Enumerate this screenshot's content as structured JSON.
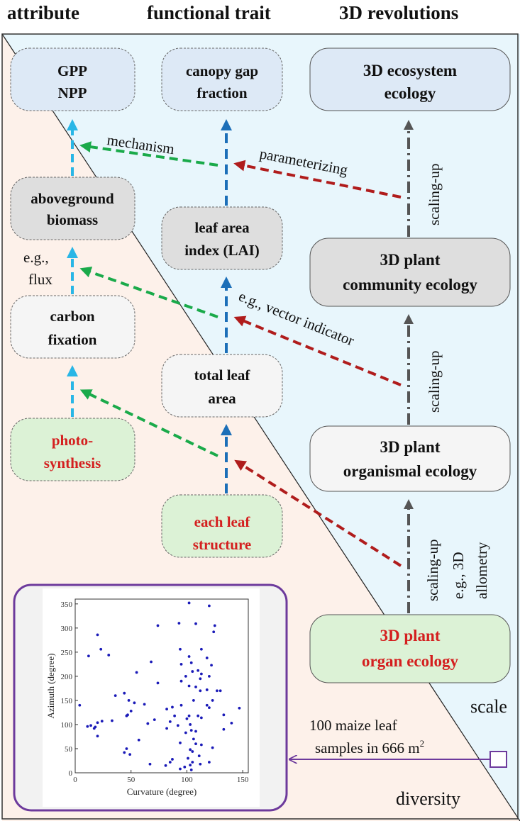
{
  "colors": {
    "lower_region": "#fdf1ea",
    "upper_region": "#e8f6fc",
    "box_blue": "#dde9f6",
    "box_gray": "#dedede",
    "box_light": "#f5f5f5",
    "box_green": "#dcf2d6",
    "arrow_cyan": "#29b6e6",
    "arrow_blue": "#1c6fb8",
    "arrow_green": "#1aaa4a",
    "arrow_red": "#b01c1c",
    "arrow_gray": "#555555",
    "purple": "#6d3a9c",
    "red_text": "#d41f1f"
  },
  "headers": {
    "attribute": "attribute",
    "functional_trait": "functional trait",
    "revolutions": "3D revolutions"
  },
  "boxes": {
    "gpp": [
      "GPP",
      "NPP"
    ],
    "canopy_gap": [
      "canopy gap",
      "fraction"
    ],
    "eco_3d": [
      "3D ecosystem",
      "ecology"
    ],
    "aboveground": [
      "aboveground",
      "biomass"
    ],
    "lai": [
      "leaf area",
      "index (LAI)"
    ],
    "community": [
      "3D plant",
      "community ecology"
    ],
    "carbon": [
      "carbon",
      "fixation"
    ],
    "total_leaf": [
      "total leaf",
      "area"
    ],
    "organismal": [
      "3D plant",
      "organismal ecology"
    ],
    "photo": [
      "photo-",
      "synthesis"
    ],
    "each_leaf": [
      "each leaf",
      "structure"
    ],
    "organ": [
      "3D plant",
      "organ ecology"
    ]
  },
  "labels": {
    "mechanism": "mechanism",
    "parameterizing": "parameterizing",
    "eg_flux_1": "e.g.,",
    "eg_flux_2": "flux",
    "vector": "e.g., vector indicator",
    "scaling_1": "scaling-up",
    "scaling_2": "scaling-up",
    "scaling_3": "scaling-up",
    "allometry_1": "e.g., 3D",
    "allometry_2": "allometry",
    "scale": "scale",
    "diversity": "diversity",
    "samples_1": "100 maize leaf",
    "samples_2": "samples in 666 m",
    "samples_sup": "2"
  },
  "chart_data": {
    "type": "scatter",
    "title": "",
    "xlabel": "Curvature (degree)",
    "ylabel": "Azimuth (degree)",
    "xlim": [
      0,
      155
    ],
    "ylim": [
      0,
      360
    ],
    "xticks": [
      0,
      50,
      100,
      150
    ],
    "yticks": [
      0,
      50,
      100,
      150,
      200,
      250,
      300,
      350
    ],
    "grid": false,
    "point_color": "#1a1ab8",
    "x": [
      102,
      120,
      74,
      93,
      108,
      125,
      20,
      23,
      12,
      30,
      94,
      113,
      102,
      118,
      95,
      104,
      122,
      68,
      55,
      105,
      110,
      113,
      99,
      120,
      112,
      95,
      102,
      108,
      118,
      74,
      44,
      36,
      130,
      48,
      53,
      62,
      50,
      112,
      127,
      95,
      87,
      82,
      118,
      106,
      123,
      4,
      11,
      14,
      18,
      33,
      24,
      65,
      17,
      20,
      47,
      20,
      46,
      102,
      110,
      147,
      120,
      133,
      89,
      100,
      113,
      71,
      85,
      103,
      133,
      92,
      82,
      104,
      99,
      108,
      140,
      46,
      113,
      44,
      57,
      49,
      94,
      106,
      87,
      103,
      123,
      108,
      105,
      101,
      111,
      120,
      85,
      105,
      112,
      103,
      94,
      98,
      104,
      67,
      81,
      124
    ],
    "y": [
      352,
      346,
      305,
      310,
      309,
      305,
      286,
      256,
      242,
      244,
      256,
      256,
      241,
      238,
      225,
      228,
      223,
      230,
      208,
      210,
      212,
      205,
      200,
      200,
      195,
      190,
      180,
      178,
      172,
      186,
      165,
      160,
      170,
      150,
      145,
      142,
      128,
      170,
      170,
      140,
      136,
      132,
      140,
      150,
      150,
      140,
      96,
      98,
      95,
      108,
      107,
      102,
      92,
      104,
      120,
      76,
      118,
      118,
      118,
      134,
      135,
      120,
      118,
      112,
      114,
      110,
      106,
      100,
      90,
      98,
      92,
      88,
      83,
      86,
      103,
      50,
      58,
      42,
      68,
      38,
      62,
      70,
      28,
      48,
      52,
      60,
      44,
      30,
      35,
      22,
      22,
      22,
      18,
      16,
      8,
      12,
      6,
      18,
      15,
      292
    ]
  }
}
